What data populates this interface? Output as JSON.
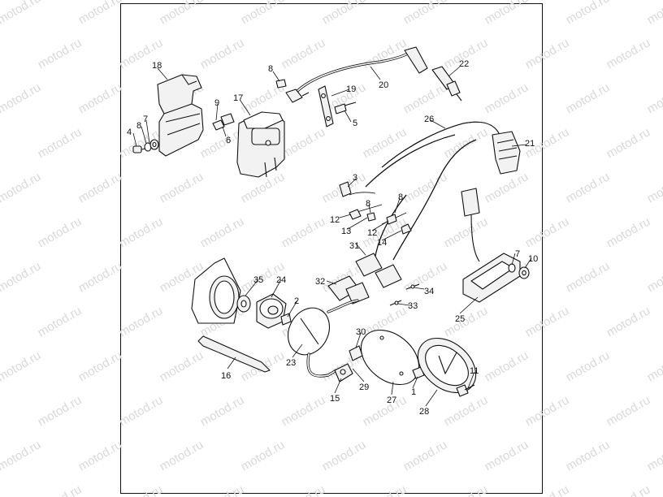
{
  "watermark": {
    "text": "motod.ru"
  },
  "callouts": [
    {
      "id": "1",
      "label": "1"
    },
    {
      "id": "2",
      "label": "2"
    },
    {
      "id": "3",
      "label": "3"
    },
    {
      "id": "4",
      "label": "4"
    },
    {
      "id": "5",
      "label": "5"
    },
    {
      "id": "6",
      "label": "6"
    },
    {
      "id": "7a",
      "label": "7"
    },
    {
      "id": "7b",
      "label": "7"
    },
    {
      "id": "8a",
      "label": "8"
    },
    {
      "id": "8b",
      "label": "8"
    },
    {
      "id": "8c",
      "label": "8"
    },
    {
      "id": "8d",
      "label": "8"
    },
    {
      "id": "9",
      "label": "9"
    },
    {
      "id": "10",
      "label": "10"
    },
    {
      "id": "11",
      "label": "11"
    },
    {
      "id": "12a",
      "label": "12"
    },
    {
      "id": "12b",
      "label": "12"
    },
    {
      "id": "13",
      "label": "13"
    },
    {
      "id": "14",
      "label": "14"
    },
    {
      "id": "15",
      "label": "15"
    },
    {
      "id": "16",
      "label": "16"
    },
    {
      "id": "17",
      "label": "17"
    },
    {
      "id": "18",
      "label": "18"
    },
    {
      "id": "19",
      "label": "19"
    },
    {
      "id": "20",
      "label": "20"
    },
    {
      "id": "21",
      "label": "21"
    },
    {
      "id": "22",
      "label": "22"
    },
    {
      "id": "23",
      "label": "23"
    },
    {
      "id": "24",
      "label": "24"
    },
    {
      "id": "25",
      "label": "25"
    },
    {
      "id": "26",
      "label": "26"
    },
    {
      "id": "27",
      "label": "27"
    },
    {
      "id": "28",
      "label": "28"
    },
    {
      "id": "29",
      "label": "29"
    },
    {
      "id": "30",
      "label": "30"
    },
    {
      "id": "31",
      "label": "31"
    },
    {
      "id": "32",
      "label": "32"
    },
    {
      "id": "33",
      "label": "33"
    },
    {
      "id": "34",
      "label": "34"
    },
    {
      "id": "35",
      "label": "35"
    }
  ]
}
